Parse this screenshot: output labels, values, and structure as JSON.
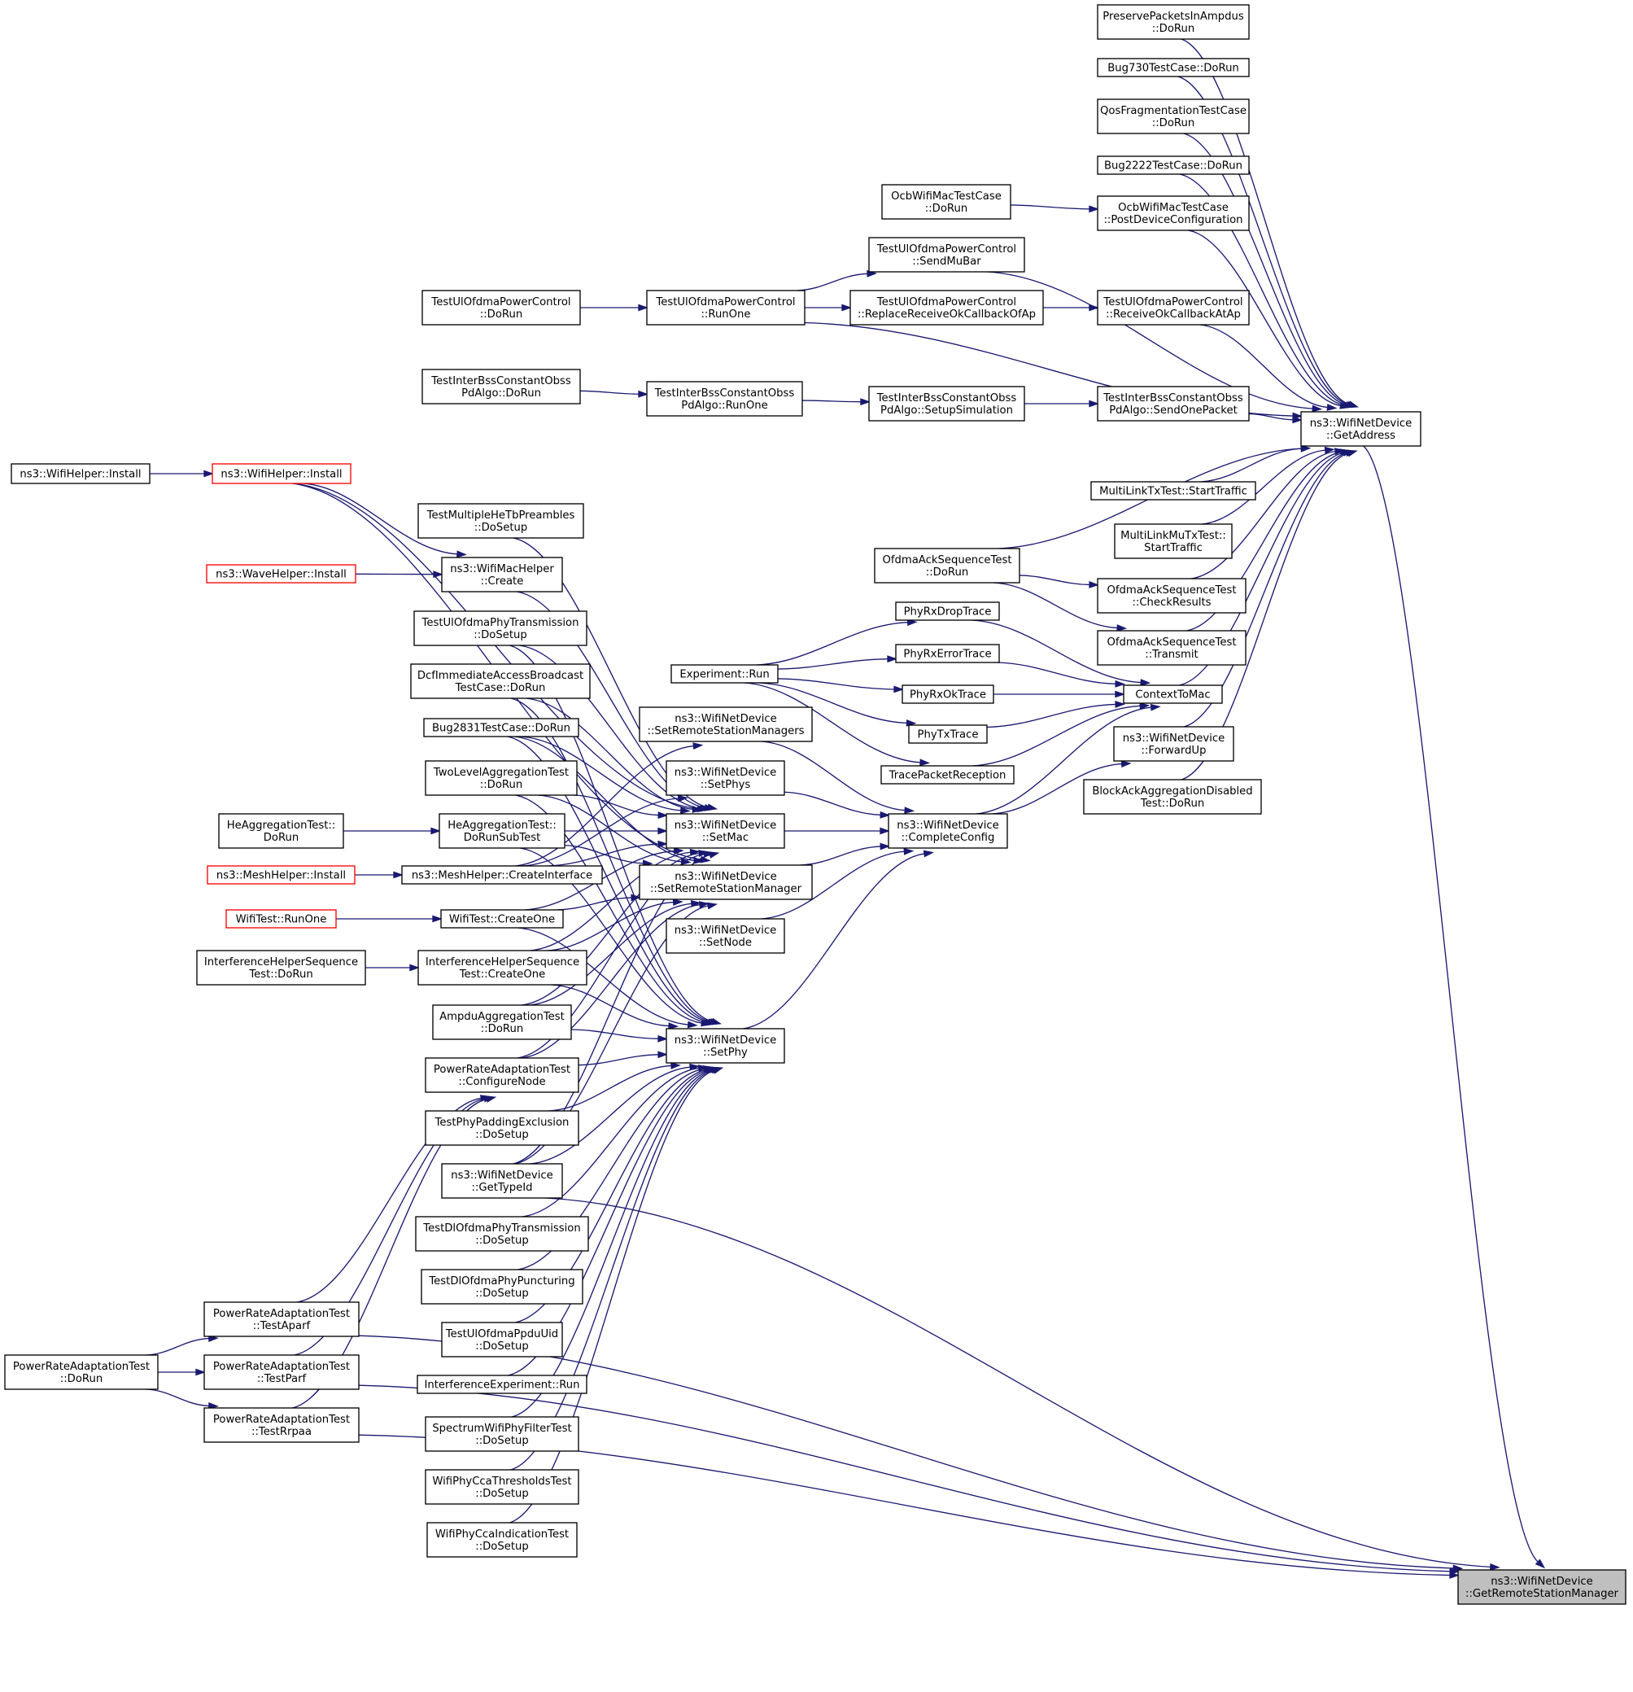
{
  "colors": {
    "edge": "#191970",
    "node_border": "#000000",
    "truncated_node_border": "#ff0000",
    "focus_node_fill": "#bfbfbf",
    "background": "#ffffff"
  },
  "focus_node": {
    "id": "getremotestationmanager",
    "lines": [
      "ns3::WifiNetDevice",
      "::GetRemoteStationManager"
    ]
  },
  "nodes": [
    {
      "id": "getremotestationmanager",
      "lines": [
        "ns3::WifiNetDevice",
        "::GetRemoteStationManager"
      ],
      "style": "focus"
    },
    {
      "id": "preservepackets",
      "lines": [
        "PreservePacketsInAmpdus",
        "::DoRun"
      ]
    },
    {
      "id": "bug730",
      "lines": [
        "Bug730TestCase::DoRun"
      ]
    },
    {
      "id": "qosfrag",
      "lines": [
        "QosFragmentationTestCase",
        "::DoRun"
      ]
    },
    {
      "id": "bug2222",
      "lines": [
        "Bug2222TestCase::DoRun"
      ]
    },
    {
      "id": "ocbdorun",
      "lines": [
        "OcbWifiMacTestCase",
        "::DoRun"
      ]
    },
    {
      "id": "ocbpost",
      "lines": [
        "OcbWifiMacTestCase",
        "::PostDeviceConfiguration"
      ]
    },
    {
      "id": "ulsendmubar",
      "lines": [
        "TestUlOfdmaPowerControl",
        "::SendMuBar"
      ]
    },
    {
      "id": "uldorun",
      "lines": [
        "TestUlOfdmaPowerControl",
        "::DoRun"
      ]
    },
    {
      "id": "ulrunone",
      "lines": [
        "TestUlOfdmaPowerControl",
        "::RunOne"
      ]
    },
    {
      "id": "ulreplace",
      "lines": [
        "TestUlOfdmaPowerControl",
        "::ReplaceReceiveOkCallbackOfAp"
      ]
    },
    {
      "id": "ulreceiveok",
      "lines": [
        "TestUlOfdmaPowerControl",
        "::ReceiveOkCallbackAtAp"
      ]
    },
    {
      "id": "ibdorun",
      "lines": [
        "TestInterBssConstantObss",
        "PdAlgo::DoRun"
      ]
    },
    {
      "id": "ibrunone",
      "lines": [
        "TestInterBssConstantObss",
        "PdAlgo::RunOne"
      ]
    },
    {
      "id": "ibsetup",
      "lines": [
        "TestInterBssConstantObss",
        "PdAlgo::SetupSimulation"
      ]
    },
    {
      "id": "ibsend",
      "lines": [
        "TestInterBssConstantObss",
        "PdAlgo::SendOnePacket"
      ]
    },
    {
      "id": "getaddress",
      "lines": [
        "ns3::WifiNetDevice",
        "::GetAddress"
      ]
    },
    {
      "id": "wifihelperinstall1",
      "lines": [
        "ns3::WifiHelper::Install"
      ]
    },
    {
      "id": "wifihelperinstall2",
      "lines": [
        "ns3::WifiHelper::Install"
      ],
      "style": "red"
    },
    {
      "id": "mltxstart",
      "lines": [
        "MultiLinkTxTest::StartTraffic"
      ]
    },
    {
      "id": "testmultiplehetb",
      "lines": [
        "TestMultipleHeTbPreambles",
        "::DoSetup"
      ]
    },
    {
      "id": "mlmutx",
      "lines": [
        "MultiLinkMuTxTest::",
        "StartTraffic"
      ]
    },
    {
      "id": "ofdmadorun",
      "lines": [
        "OfdmaAckSequenceTest",
        "::DoRun"
      ]
    },
    {
      "id": "wavehelper",
      "lines": [
        "ns3::WaveHelper::Install"
      ],
      "style": "red"
    },
    {
      "id": "macheelpercreate",
      "lines": [
        "ns3::WifiMacHelper",
        "::Create"
      ]
    },
    {
      "id": "ofdmacheck",
      "lines": [
        "OfdmaAckSequenceTest",
        "::CheckResults"
      ]
    },
    {
      "id": "phyrxdrop",
      "lines": [
        "PhyRxDropTrace"
      ]
    },
    {
      "id": "ultxdosetup",
      "lines": [
        "TestUlOfdmaPhyTransmission",
        "::DoSetup"
      ]
    },
    {
      "id": "ofdmatransmit",
      "lines": [
        "OfdmaAckSequenceTest",
        "::Transmit"
      ]
    },
    {
      "id": "phyrxerror",
      "lines": [
        "PhyRxErrorTrace"
      ]
    },
    {
      "id": "dcfimmediate",
      "lines": [
        "DcfImmediateAccessBroadcast",
        "TestCase::DoRun"
      ]
    },
    {
      "id": "experimentrun",
      "lines": [
        "Experiment::Run"
      ]
    },
    {
      "id": "phyrxok",
      "lines": [
        "PhyRxOkTrace"
      ]
    },
    {
      "id": "contexttomac",
      "lines": [
        "ContextToMac"
      ]
    },
    {
      "id": "setremotemanagers",
      "lines": [
        "ns3::WifiNetDevice",
        "::SetRemoteStationManagers"
      ]
    },
    {
      "id": "bug2831",
      "lines": [
        "Bug2831TestCase::DoRun"
      ]
    },
    {
      "id": "phytxtrace",
      "lines": [
        "PhyTxTrace"
      ]
    },
    {
      "id": "forwardup",
      "lines": [
        "ns3::WifiNetDevice",
        "::ForwardUp"
      ]
    },
    {
      "id": "setphys",
      "lines": [
        "ns3::WifiNetDevice",
        "::SetPhys"
      ]
    },
    {
      "id": "twolevel",
      "lines": [
        "TwoLevelAggregationTest",
        "::DoRun"
      ]
    },
    {
      "id": "tracepacket",
      "lines": [
        "TracePacketReception"
      ]
    },
    {
      "id": "blockack",
      "lines": [
        "BlockAckAggregationDisabled",
        "Test::DoRun"
      ]
    },
    {
      "id": "heaggdorun",
      "lines": [
        "HeAggregationTest::",
        "DoRun"
      ]
    },
    {
      "id": "heaggsub",
      "lines": [
        "HeAggregationTest::",
        "DoRunSubTest"
      ]
    },
    {
      "id": "setmac",
      "lines": [
        "ns3::WifiNetDevice",
        "::SetMac"
      ]
    },
    {
      "id": "completeconfig",
      "lines": [
        "ns3::WifiNetDevice",
        "::CompleteConfig"
      ]
    },
    {
      "id": "meshinstall",
      "lines": [
        "ns3::MeshHelper::Install"
      ],
      "style": "red"
    },
    {
      "id": "meshcreate",
      "lines": [
        "ns3::MeshHelper::CreateInterface"
      ]
    },
    {
      "id": "setremotemanager",
      "lines": [
        "ns3::WifiNetDevice",
        "::SetRemoteStationManager"
      ]
    },
    {
      "id": "wifitestrunone",
      "lines": [
        "WifiTest::RunOne"
      ],
      "style": "red"
    },
    {
      "id": "wifitestcreate",
      "lines": [
        "WifiTest::CreateOne"
      ]
    },
    {
      "id": "setnode",
      "lines": [
        "ns3::WifiNetDevice",
        "::SetNode"
      ]
    },
    {
      "id": "interfdorun",
      "lines": [
        "InterferenceHelperSequence",
        "Test::DoRun"
      ]
    },
    {
      "id": "interfcreate",
      "lines": [
        "InterferenceHelperSequence",
        "Test::CreateOne"
      ]
    },
    {
      "id": "ampdudorun",
      "lines": [
        "AmpduAggregationTest",
        "::DoRun"
      ]
    },
    {
      "id": "setphy",
      "lines": [
        "ns3::WifiNetDevice",
        "::SetPhy"
      ]
    },
    {
      "id": "prconfigure",
      "lines": [
        "PowerRateAdaptationTest",
        "::ConfigureNode"
      ]
    },
    {
      "id": "phypadding",
      "lines": [
        "TestPhyPaddingExclusion",
        "::DoSetup"
      ]
    },
    {
      "id": "gettypeid",
      "lines": [
        "ns3::WifiNetDevice",
        "::GetTypeId"
      ]
    },
    {
      "id": "dltx",
      "lines": [
        "TestDlOfdmaPhyTransmission",
        "::DoSetup"
      ]
    },
    {
      "id": "dlpunct",
      "lines": [
        "TestDlOfdmaPhyPuncturing",
        "::DoSetup"
      ]
    },
    {
      "id": "ulppdu",
      "lines": [
        "TestUlOfdmaPpduUid",
        "::DoSetup"
      ]
    },
    {
      "id": "praparf",
      "lines": [
        "PowerRateAdaptationTest",
        "::TestAparf"
      ]
    },
    {
      "id": "prdorun",
      "lines": [
        "PowerRateAdaptationTest",
        "::DoRun"
      ]
    },
    {
      "id": "prparf",
      "lines": [
        "PowerRateAdaptationTest",
        "::TestParf"
      ]
    },
    {
      "id": "interfexprun",
      "lines": [
        "InterferenceExperiment::Run"
      ]
    },
    {
      "id": "prrpaa",
      "lines": [
        "PowerRateAdaptationTest",
        "::TestRrpaa"
      ]
    },
    {
      "id": "spectrumfilter",
      "lines": [
        "SpectrumWifiPhyFilterTest",
        "::DoSetup"
      ]
    },
    {
      "id": "ccathresholds",
      "lines": [
        "WifiPhyCcaThresholdsTest",
        "::DoSetup"
      ]
    },
    {
      "id": "ccaindication",
      "lines": [
        "WifiPhyCcaIndicationTest",
        "::DoSetup"
      ]
    }
  ],
  "edges": [
    [
      "getaddress",
      "getremotestationmanager"
    ],
    [
      "preservepackets",
      "getaddress"
    ],
    [
      "bug730",
      "getaddress"
    ],
    [
      "qosfrag",
      "getaddress"
    ],
    [
      "bug2222",
      "getaddress"
    ],
    [
      "ocbpost",
      "getaddress"
    ],
    [
      "ocbdorun",
      "ocbpost"
    ],
    [
      "ulsendmubar",
      "getaddress"
    ],
    [
      "ulrunone",
      "ulsendmubar"
    ],
    [
      "ulrunone",
      "ulreplace"
    ],
    [
      "ulrunone",
      "getaddress"
    ],
    [
      "uldorun",
      "ulrunone"
    ],
    [
      "ulreplace",
      "ulreceiveok"
    ],
    [
      "ulreceiveok",
      "getaddress"
    ],
    [
      "ibdorun",
      "ibrunone"
    ],
    [
      "ibrunone",
      "ibsetup"
    ],
    [
      "ibsetup",
      "ibsend"
    ],
    [
      "ibsend",
      "getaddress"
    ],
    [
      "mltxstart",
      "getaddress"
    ],
    [
      "mlmutx",
      "getaddress"
    ],
    [
      "ofdmadorun",
      "getaddress"
    ],
    [
      "ofdmadorun",
      "ofdmacheck"
    ],
    [
      "ofdmadorun",
      "ofdmatransmit"
    ],
    [
      "ofdmacheck",
      "getaddress"
    ],
    [
      "ofdmatransmit",
      "getaddress"
    ],
    [
      "contexttomac",
      "getaddress"
    ],
    [
      "forwardup",
      "getaddress"
    ],
    [
      "blockack",
      "getaddress"
    ],
    [
      "completeconfig",
      "forwardup"
    ],
    [
      "phyrxdrop",
      "contexttomac"
    ],
    [
      "phyrxerror",
      "contexttomac"
    ],
    [
      "phyrxok",
      "contexttomac"
    ],
    [
      "phytxtrace",
      "contexttomac"
    ],
    [
      "tracepacket",
      "contexttomac"
    ],
    [
      "experimentrun",
      "phyrxdrop"
    ],
    [
      "experimentrun",
      "phyrxerror"
    ],
    [
      "experimentrun",
      "phyrxok"
    ],
    [
      "experimentrun",
      "phytxtrace"
    ],
    [
      "experimentrun",
      "tracepacket"
    ],
    [
      "wifihelperinstall1",
      "wifihelperinstall2"
    ],
    [
      "wifihelperinstall2",
      "macheelpercreate"
    ],
    [
      "wifihelperinstall2",
      "setmac"
    ],
    [
      "wifihelperinstall2",
      "setremotemanager"
    ],
    [
      "wavehelper",
      "macheelpercreate"
    ],
    [
      "macheelpercreate",
      "setmac"
    ],
    [
      "testmultiplehetb",
      "setmac"
    ],
    [
      "ultxdosetup",
      "setmac"
    ],
    [
      "ultxdosetup",
      "setphy"
    ],
    [
      "dcfimmediate",
      "setmac"
    ],
    [
      "dcfimmediate",
      "setphy"
    ],
    [
      "bug2831",
      "setmac"
    ],
    [
      "bug2831",
      "setremotemanager"
    ],
    [
      "bug2831",
      "setphy"
    ],
    [
      "twolevel",
      "setmac"
    ],
    [
      "twolevel",
      "setremotemanager"
    ],
    [
      "twolevel",
      "setphy"
    ],
    [
      "heaggdorun",
      "heaggsub"
    ],
    [
      "heaggsub",
      "setmac"
    ],
    [
      "heaggsub",
      "setremotemanager"
    ],
    [
      "heaggsub",
      "setphy"
    ],
    [
      "meshinstall",
      "meshcreate"
    ],
    [
      "meshcreate",
      "setmac"
    ],
    [
      "meshcreate",
      "setremotemanagers"
    ],
    [
      "meshcreate",
      "setphys"
    ],
    [
      "wifitestrunone",
      "wifitestcreate"
    ],
    [
      "wifitestcreate",
      "setmac"
    ],
    [
      "wifitestcreate",
      "setremotemanager"
    ],
    [
      "wifitestcreate",
      "setphy"
    ],
    [
      "interfdorun",
      "interfcreate"
    ],
    [
      "interfcreate",
      "setmac"
    ],
    [
      "interfcreate",
      "setremotemanager"
    ],
    [
      "interfcreate",
      "setphy"
    ],
    [
      "ampdudorun",
      "setmac"
    ],
    [
      "ampdudorun",
      "setremotemanager"
    ],
    [
      "ampdudorun",
      "setphy"
    ],
    [
      "prconfigure",
      "setmac"
    ],
    [
      "prconfigure",
      "setremotemanager"
    ],
    [
      "prconfigure",
      "setphy"
    ],
    [
      "phypadding",
      "setphy"
    ],
    [
      "gettypeid",
      "setmac"
    ],
    [
      "gettypeid",
      "setremotemanager"
    ],
    [
      "gettypeid",
      "setphy"
    ],
    [
      "gettypeid",
      "getremotestationmanager"
    ],
    [
      "dltx",
      "setphy"
    ],
    [
      "dlpunct",
      "setphy"
    ],
    [
      "ulppdu",
      "setphy"
    ],
    [
      "interfexprun",
      "setphy"
    ],
    [
      "spectrumfilter",
      "setphy"
    ],
    [
      "ccathresholds",
      "setphy"
    ],
    [
      "ccaindication",
      "setphy"
    ],
    [
      "setremotemanagers",
      "completeconfig"
    ],
    [
      "setphys",
      "completeconfig"
    ],
    [
      "setmac",
      "completeconfig"
    ],
    [
      "setremotemanager",
      "completeconfig"
    ],
    [
      "setnode",
      "completeconfig"
    ],
    [
      "setphy",
      "completeconfig"
    ],
    [
      "completeconfig",
      "contexttomac"
    ],
    [
      "prdorun",
      "praparf"
    ],
    [
      "prdorun",
      "prparf"
    ],
    [
      "prdorun",
      "prrpaa"
    ],
    [
      "praparf",
      "prconfigure"
    ],
    [
      "prparf",
      "prconfigure"
    ],
    [
      "prrpaa",
      "prconfigure"
    ],
    [
      "praparf",
      "getremotestationmanager"
    ],
    [
      "prparf",
      "getremotestationmanager"
    ],
    [
      "prrpaa",
      "getremotestationmanager"
    ]
  ]
}
